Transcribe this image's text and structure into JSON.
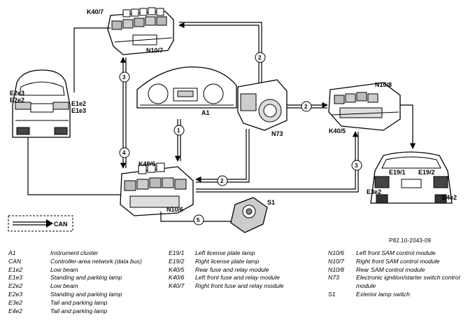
{
  "labels": {
    "k40_7": "K40/7",
    "n10_7": "N10/7",
    "a1": "A1",
    "n73": "N73",
    "n10_8": "N10/8",
    "k40_5": "K40/5",
    "k40_6": "K40/6",
    "n10_6": "N10/6",
    "s1": "S1",
    "e2e3": "E2e3",
    "e2e2": "E2e2",
    "e1e2": "E1e2",
    "e1e3": "E1e3",
    "e19_1": "E19/1",
    "e19_2": "E19/2",
    "e3e2": "E3e2",
    "e4e2": "E4e2",
    "can": "CAN"
  },
  "numbers": {
    "n1": "1",
    "n2a": "2",
    "n2b": "2",
    "n2c": "2",
    "n3a": "3",
    "n3b": "3",
    "n4": "4",
    "n5": "5"
  },
  "reference": "P82.10-2043-09",
  "legend": {
    "col1": [
      {
        "code": "A1",
        "desc": "Instrument cluster"
      },
      {
        "code": "CAN",
        "desc": "Controller-area network (data bus)"
      },
      {
        "code": "E1e2",
        "desc": "Low beam"
      },
      {
        "code": "E1e3",
        "desc": "Standing and parking lamp"
      },
      {
        "code": "E2e2",
        "desc": "Low beam"
      },
      {
        "code": "E2e3",
        "desc": "Standing and parking lamp"
      },
      {
        "code": "E3e2",
        "desc": "Tail and parking lamp"
      },
      {
        "code": "E4e2",
        "desc": "Tail and parking lamp"
      }
    ],
    "col2": [
      {
        "code": "E19/1",
        "desc": "Left license plate lamp"
      },
      {
        "code": "E19/2",
        "desc": "Right license plate lamp"
      },
      {
        "code": "K40/5",
        "desc": "Rear fuse and relay module"
      },
      {
        "code": "K40/6",
        "desc": "Left front fuse and relay module"
      },
      {
        "code": "K40/7",
        "desc": "Right front fuse and relay module"
      }
    ],
    "col3": [
      {
        "code": "N10/6",
        "desc": "Left front SAM control module"
      },
      {
        "code": "N10/7",
        "desc": "Right front SAM control module"
      },
      {
        "code": "N10/8",
        "desc": "Rear SAM control module"
      },
      {
        "code": "N73",
        "desc": "Electronic ignition/starter switch control module"
      },
      {
        "code": "S1",
        "desc": "Exterior lamp switch"
      }
    ]
  }
}
